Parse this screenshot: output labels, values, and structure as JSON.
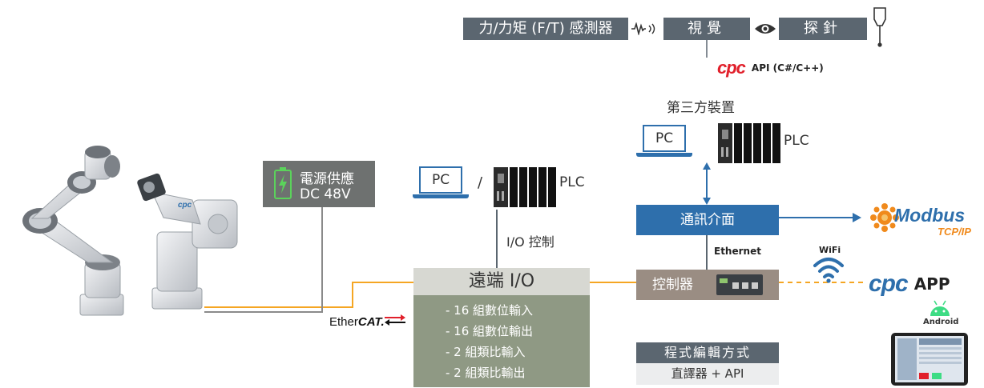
{
  "top_row": {
    "sensor_label": "力/力矩 (F/T) 感測器",
    "vision_label": "視覺",
    "probe_label": "探針"
  },
  "api": {
    "logo": "cpc",
    "label": "API (C#/C++)"
  },
  "third_party": {
    "title": "第三方裝置",
    "pc_label": "PC",
    "plc_label": "PLC"
  },
  "power": {
    "line1": "電源供應",
    "line2": "DC 48V"
  },
  "left_devices": {
    "pc_label": "PC",
    "separator": "/",
    "plc_label": "PLC",
    "io_control": "I/O 控制"
  },
  "remote_io": {
    "title": "遠端 I/O",
    "items": [
      "- 16 組數位輸入",
      "- 16 組數位輸出",
      "- 2   組類比輸入",
      "- 2   組類比輸出"
    ]
  },
  "ethercat": {
    "prefix": "Ether",
    "suffix": "CAT."
  },
  "comm": {
    "label": "通訊介面"
  },
  "ethernet": {
    "label": "Ethernet"
  },
  "controller": {
    "label": "控制器"
  },
  "wifi": {
    "label": "WiFi"
  },
  "modbus": {
    "name": "Modbus",
    "sub": "TCP/IP"
  },
  "app": {
    "logo": "cpc",
    "label": "APP",
    "android": "Android"
  },
  "programming": {
    "title": "程式編輯方式",
    "value": "直譯器 + API"
  },
  "robot": {
    "brand": "cpc"
  },
  "colors": {
    "orange_line": "#f5a623",
    "blue_box": "#2e6fac",
    "cpc_red": "#e1202b",
    "modbus_orange": "#f08a1c",
    "android_green": "#3ddc84"
  }
}
